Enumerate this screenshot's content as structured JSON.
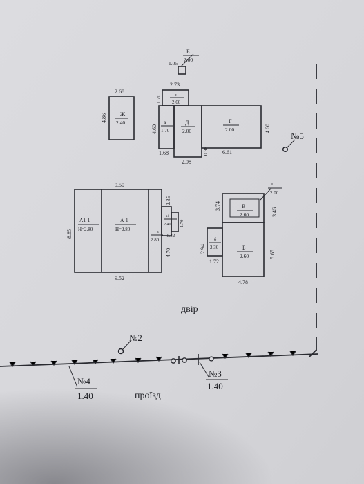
{
  "buildings": {
    "e": {
      "letter": "Е",
      "height": "2.00",
      "side": "1.05"
    },
    "zh": {
      "letter": "Ж",
      "height": "2.40",
      "top": "2.68",
      "side": "4.86"
    },
    "z": {
      "letter": "з",
      "height": "2.60",
      "top": "2.73",
      "side": "1.70"
    },
    "a_small": {
      "letter": "а",
      "height": "1.70",
      "side": "4.60",
      "bottom": "1.68"
    },
    "d": {
      "letter": "Д",
      "height": "2.00",
      "bottom": "2.98",
      "gap": "0.98"
    },
    "g": {
      "letter": "Г",
      "height": "2.00",
      "side": "4.60",
      "bottom": "6.61"
    },
    "a1_1": {
      "letter": "А1-1",
      "height": "Н=2.80",
      "side": "8.85"
    },
    "a1": {
      "letter": "А-1",
      "height": "Н=2.80",
      "top": "9.50",
      "bottom": "9.52"
    },
    "a_right": {
      "letter": "а",
      "height": "2.80",
      "side1": "2.35",
      "side2": "4.70"
    },
    "a_tiny": {
      "letter": "а1",
      "height": "2.40",
      "side1": "1.70",
      "side2": "1.32"
    },
    "v": {
      "letter": "В",
      "height": "2.60",
      "side": "3.74",
      "side_right": "3.46"
    },
    "v1": {
      "letter": "в1",
      "height": "2.00"
    },
    "b_small": {
      "letter": "б",
      "height": "2.30",
      "side": "2.94",
      "bottom": "1.72"
    },
    "b": {
      "letter": "Б",
      "height": "2.60",
      "side": "5.65",
      "bottom": "4.78"
    }
  },
  "labels": {
    "yard": "двір",
    "driveway": "проїзд",
    "point2": "№2",
    "point3": "№3",
    "point3_value": "1.40",
    "point4": "№4",
    "point4_value": "1.40",
    "point5": "№5"
  }
}
